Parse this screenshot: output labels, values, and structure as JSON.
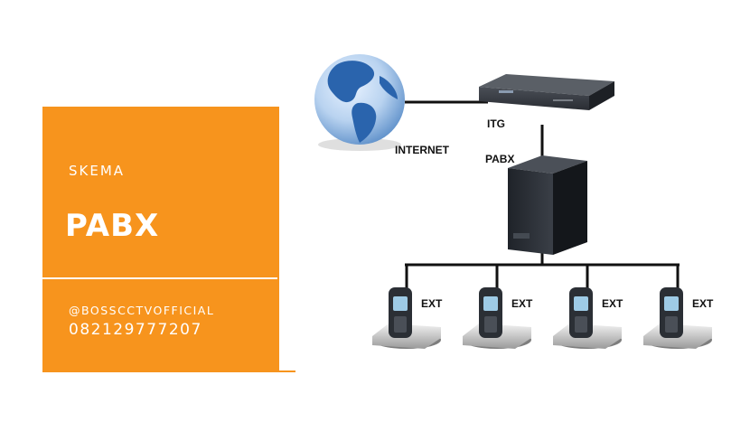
{
  "card": {
    "heading": "SKEMA",
    "title": "PABX",
    "handle": "@BOSSCCTVOFFICIAL",
    "phone": "082129777207",
    "accent_color": "#f7941d"
  },
  "diagram": {
    "internet_label": "INTERNET",
    "itg_label": "ITG",
    "pabx_label": "PABX",
    "ext_labels": [
      "EXT",
      "EXT",
      "EXT",
      "EXT"
    ],
    "icons": [
      "globe-icon",
      "router-icon",
      "pabx-cabinet-icon",
      "cordless-phone-icon"
    ]
  }
}
